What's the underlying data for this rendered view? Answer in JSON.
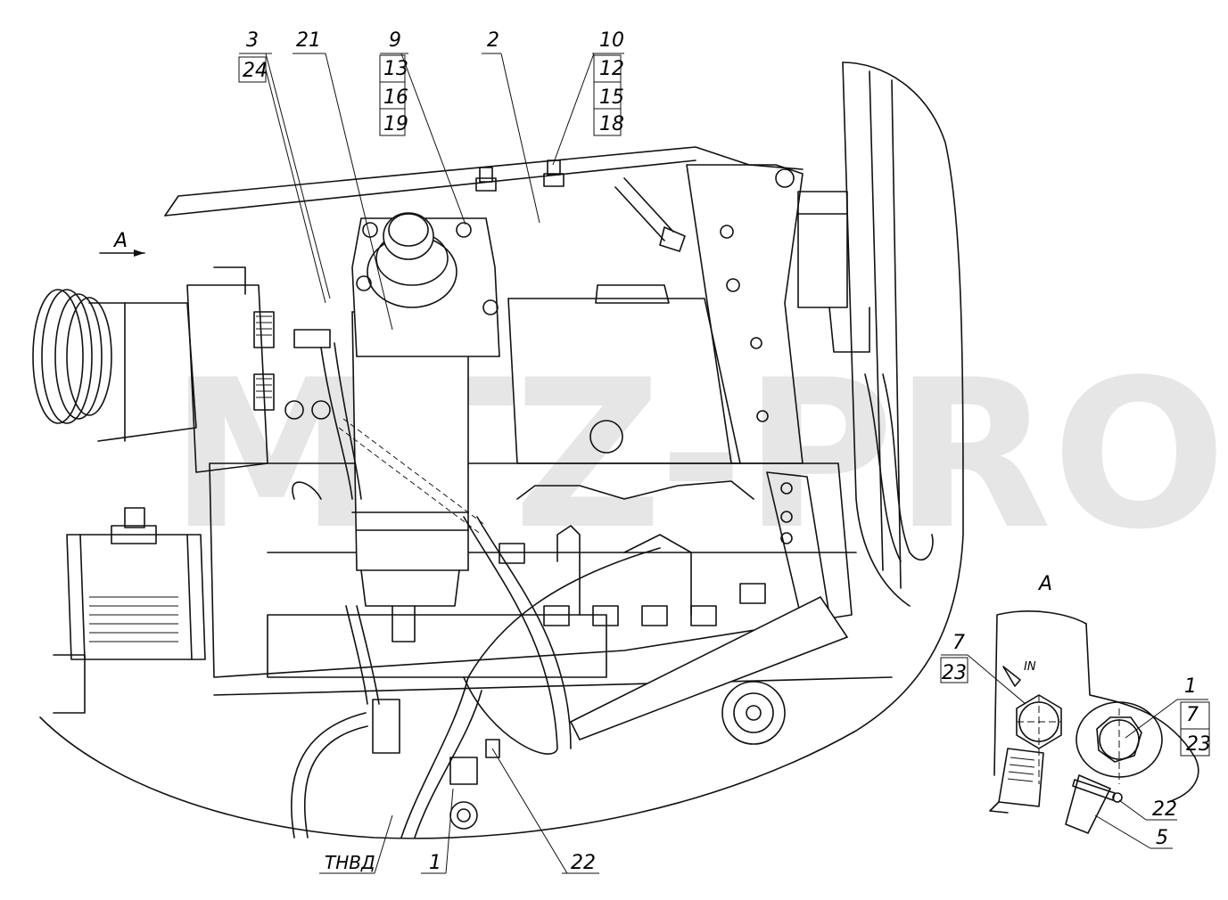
{
  "watermark": "MTZ-PRO",
  "main_view": {
    "view_arrow_label": "А",
    "callouts_top": {
      "c1": [
        "3",
        "24"
      ],
      "c2": [
        "21"
      ],
      "c3": [
        "9",
        "13",
        "16",
        "19"
      ],
      "c4": [
        "2"
      ],
      "c5": [
        "10",
        "12",
        "15",
        "18"
      ]
    },
    "callouts_bottom": {
      "tnvd": "ТНВД",
      "c_1": "1",
      "c_22": "22"
    }
  },
  "detail_view": {
    "title": "А",
    "in_marking": "IN",
    "callouts": {
      "left": [
        "7",
        "23"
      ],
      "right": [
        "1",
        "7",
        "23"
      ],
      "c_22": "22",
      "c_5": "5"
    }
  }
}
